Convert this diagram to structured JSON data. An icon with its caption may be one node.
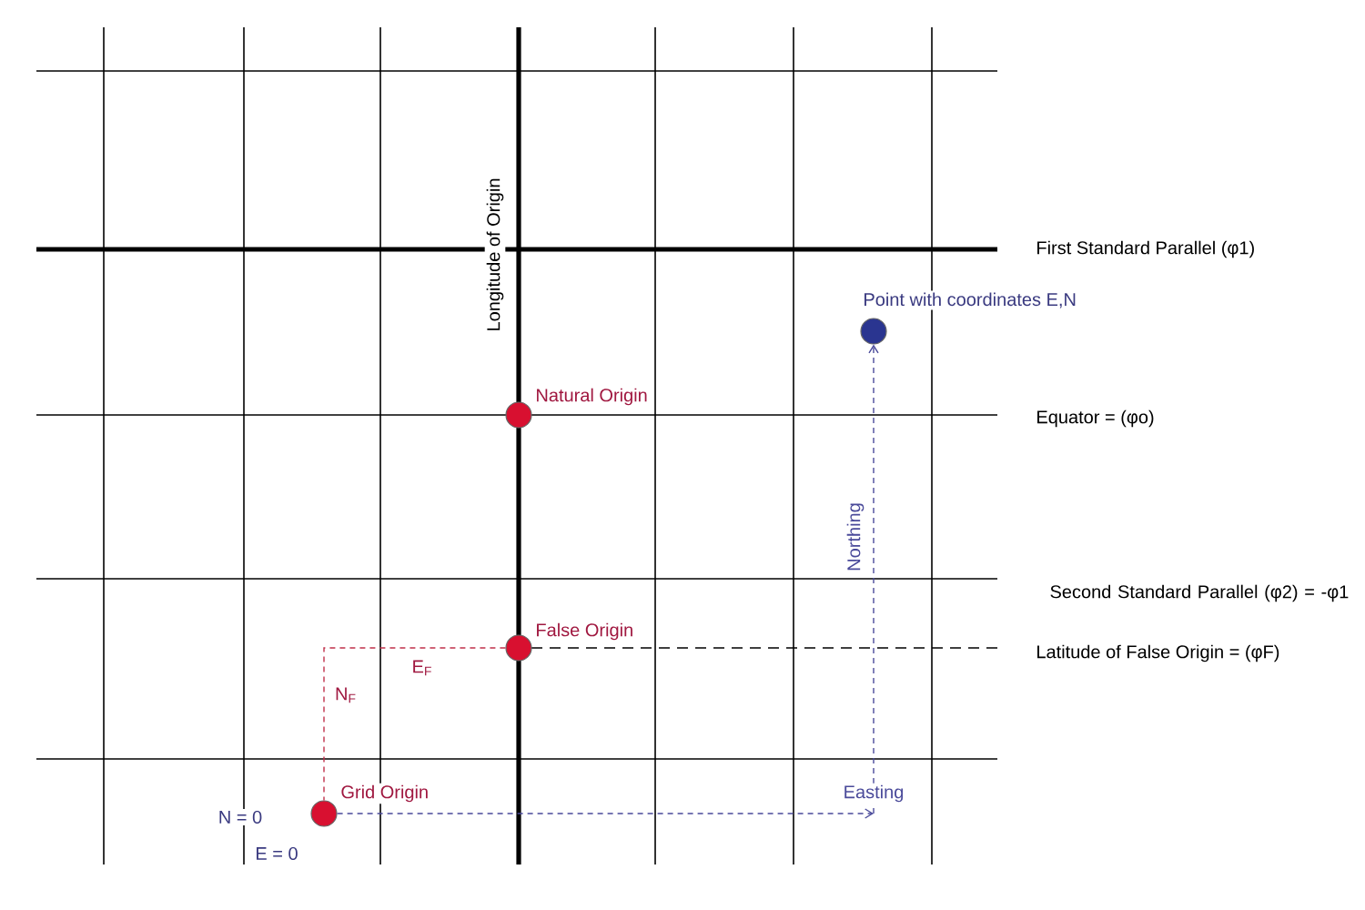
{
  "diagram": {
    "nodes": [
      {
        "text": [
          "Point with coordinates E,N"
        ]
      },
      {
        "text": [
          "Natural Origin"
        ]
      },
      {
        "text": [
          "False Origin"
        ]
      },
      {
        "text": [
          "Grid Origin"
        ],
        "beside": [
          "N = 0",
          "E = 0"
        ]
      }
    ],
    "edges": [
      {
        "from": 3,
        "to": null,
        "arrow": "to",
        "label": "Easting",
        "style": "dashed",
        "color": "#4a4a9a"
      },
      {
        "from": null,
        "to": 0,
        "arrow": "to",
        "label": "Northing",
        "style": "dashed",
        "color": "#4a4a9a"
      },
      {
        "from": 2,
        "to": 3,
        "arrow": "none",
        "style": "dashed",
        "color": "#c0304a"
      }
    ],
    "labels": [
      "Longitude of Origin",
      "First Standard Parallel (φ1)",
      "Equator = (φo)",
      "Second Standard Parallel (φ2) = -φ1",
      "Latitude of False Origin = (φF)",
      "E$_{F}$",
      "N$_{F}$"
    ]
  }
}
